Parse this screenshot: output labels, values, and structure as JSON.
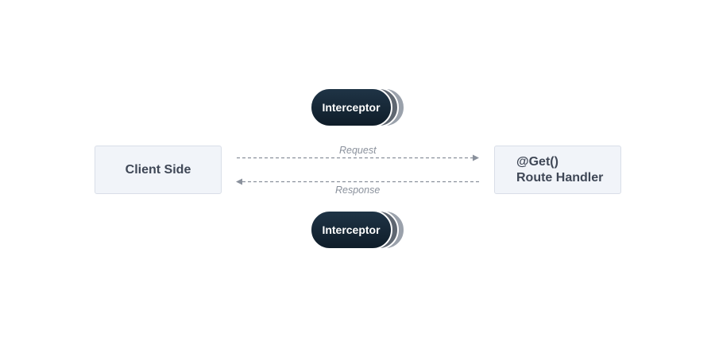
{
  "diagram": {
    "client_label": "Client Side",
    "handler_decorator": "@Get()",
    "handler_label": "Route Handler",
    "interceptor_top_label": "Interceptor",
    "interceptor_bottom_label": "Interceptor",
    "request_label": "Request",
    "response_label": "Response"
  },
  "colors": {
    "box_fill": "#f1f4f9",
    "box_border": "#d9dee8",
    "interceptor_fill": "#1a2b3a",
    "arrow": "#8a919c"
  }
}
